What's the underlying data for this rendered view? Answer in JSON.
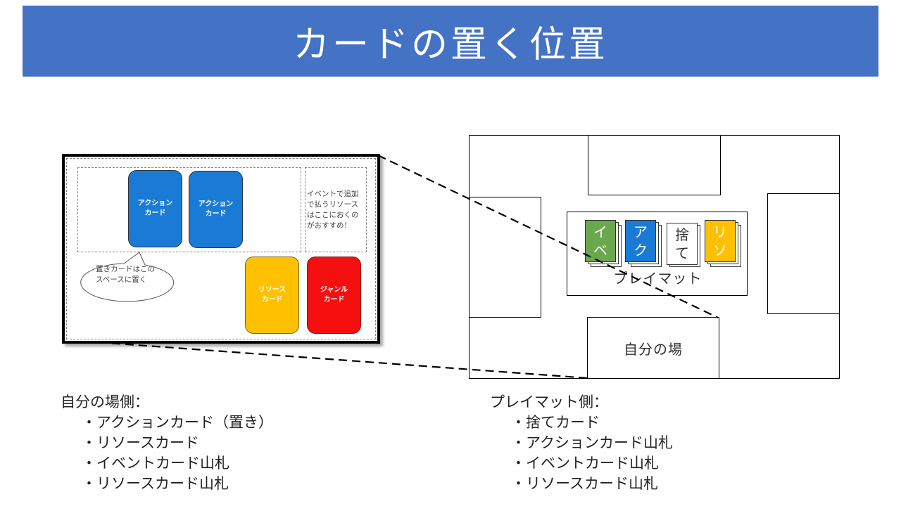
{
  "slide": {
    "title": "カードの置く位置"
  },
  "zoom_panel": {
    "cards": [
      {
        "label": "アクション\nカード",
        "color": "#1A7BD6"
      },
      {
        "label": "アクション\nカード",
        "color": "#1A7BD6"
      },
      {
        "label": "リソース\nカード",
        "color": "#FFC000"
      },
      {
        "label": "ジャンル\nカード",
        "color": "#F50F0F"
      }
    ],
    "note": "イベントで追加\nで払うリソース\nはここにおくの\nがおすすめ！",
    "bubble": "置きカードはこの\nスペースに置く"
  },
  "table_map": {
    "playmat_label": "プレイマット",
    "own_area_label": "自分の場",
    "mini_cards": [
      {
        "line1": "イ",
        "line2": "ベ",
        "color": "#6AA84F",
        "text_color": "#ffffff"
      },
      {
        "line1": "ア",
        "line2": "ク",
        "color": "#1A7BD6",
        "text_color": "#ffffff"
      },
      {
        "line1": "捨",
        "line2": "て",
        "color": "#ffffff",
        "text_color": "#333333"
      },
      {
        "line1": "リ",
        "line2": "ソ",
        "color": "#FFC000",
        "text_color": "#ffffff"
      }
    ]
  },
  "lists": {
    "own_side": {
      "heading": "自分の場側：",
      "items": [
        "・アクションカード（置き）",
        "・リソースカード",
        "・イベントカード山札",
        "・リソースカード山札"
      ]
    },
    "playmat_side": {
      "heading": "プレイマット側：",
      "items": [
        "・捨てカード",
        "・アクションカード山札",
        "・イベントカード山札",
        "・リソースカード山札"
      ]
    }
  }
}
